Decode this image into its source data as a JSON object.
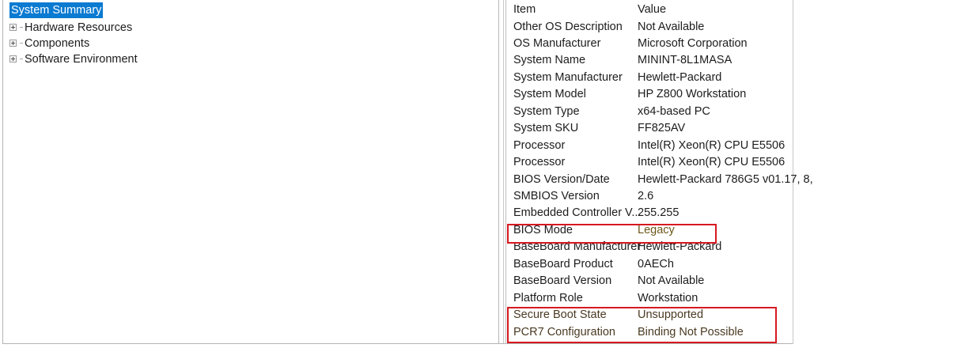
{
  "tree": {
    "root": {
      "label": "System Summary",
      "selected": true
    },
    "items": [
      {
        "label": "Hardware Resources",
        "expander": "plus-box-icon"
      },
      {
        "label": "Components",
        "expander": "plus-box-icon"
      },
      {
        "label": "Software Environment",
        "expander": "plus-box-icon"
      }
    ]
  },
  "list": {
    "columns": {
      "item": "Item",
      "value": "Value"
    },
    "rows": [
      {
        "item": "Other OS Description",
        "value": "Not Available"
      },
      {
        "item": "OS Manufacturer",
        "value": "Microsoft Corporation"
      },
      {
        "item": "System Name",
        "value": "MININT-8L1MASA"
      },
      {
        "item": "System Manufacturer",
        "value": "Hewlett-Packard"
      },
      {
        "item": "System Model",
        "value": "HP Z800 Workstation"
      },
      {
        "item": "System Type",
        "value": "x64-based PC"
      },
      {
        "item": "System SKU",
        "value": "FF825AV"
      },
      {
        "item": "Processor",
        "value": "Intel(R) Xeon(R) CPU          E5506"
      },
      {
        "item": "Processor",
        "value": "Intel(R) Xeon(R) CPU          E5506"
      },
      {
        "item": "BIOS Version/Date",
        "value": "Hewlett-Packard 786G5 v01.17, 8,"
      },
      {
        "item": "SMBIOS Version",
        "value": "2.6"
      },
      {
        "item": "Embedded Controller V...",
        "value": "255.255"
      },
      {
        "item": "BIOS Mode",
        "value": "Legacy",
        "highlight": "legacy"
      },
      {
        "item": "BaseBoard Manufacturer",
        "value": "Hewlett-Packard"
      },
      {
        "item": "BaseBoard Product",
        "value": "0AECh"
      },
      {
        "item": "BaseBoard Version",
        "value": "Not Available"
      },
      {
        "item": "Platform Role",
        "value": "Workstation"
      },
      {
        "item": "Secure Boot State",
        "value": "Unsupported",
        "highlight": "flagged"
      },
      {
        "item": "PCR7 Configuration",
        "value": "Binding Not Possible",
        "highlight": "flagged"
      }
    ]
  },
  "annotations": {
    "boxes": [
      {
        "name": "bios-mode-highlight",
        "color": "#d71920",
        "target": "BIOS Mode"
      },
      {
        "name": "secure-boot-highlight",
        "color": "#d71920",
        "target": "Secure Boot State / PCR7 Configuration"
      }
    ]
  },
  "colors": {
    "selection": "#0b7ad1",
    "selection_text": "#ffffff",
    "highlight_border": "#d71920",
    "text": "#1c1c1c",
    "border": "#b4b4b4"
  }
}
